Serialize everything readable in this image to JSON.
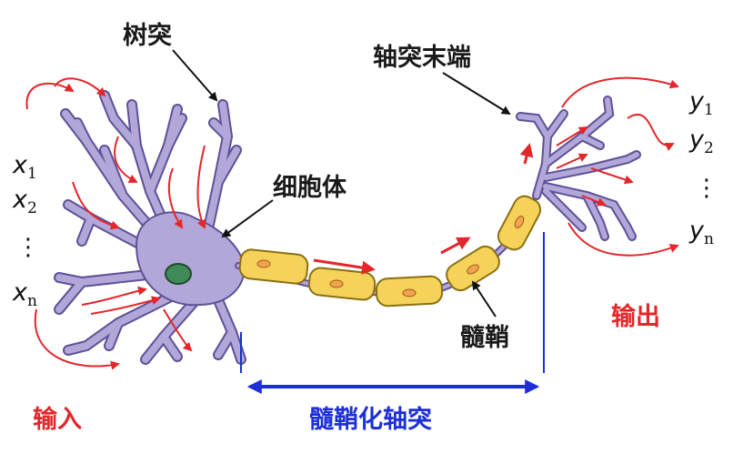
{
  "labels": {
    "dendrite": "树突",
    "axon_terminal": "轴突末端",
    "soma": "细胞体",
    "myelin": "髓鞘",
    "output": "输出",
    "input": "输入",
    "myelinated_axon": "髓鞘化轴突"
  },
  "inputs": [
    {
      "var": "x",
      "sub": "1"
    },
    {
      "var": "x",
      "sub": "2"
    },
    {
      "var": "x",
      "sub": "n"
    }
  ],
  "outputs": [
    {
      "var": "y",
      "sub": "1"
    },
    {
      "var": "y",
      "sub": "2"
    },
    {
      "var": "y",
      "sub": "n"
    }
  ],
  "ellipsis": "⋮",
  "colors": {
    "neuron": "#b3a6d8",
    "neuron_outline": "#5e5197",
    "nucleus": "#3f8a56",
    "myelin": "#f5d25a",
    "myelin_outline": "#8a7010",
    "node": "#f1a34e",
    "signal_arrow": "#e3262a",
    "span_arrow": "#1c2fd9",
    "pointer": "#111111"
  }
}
